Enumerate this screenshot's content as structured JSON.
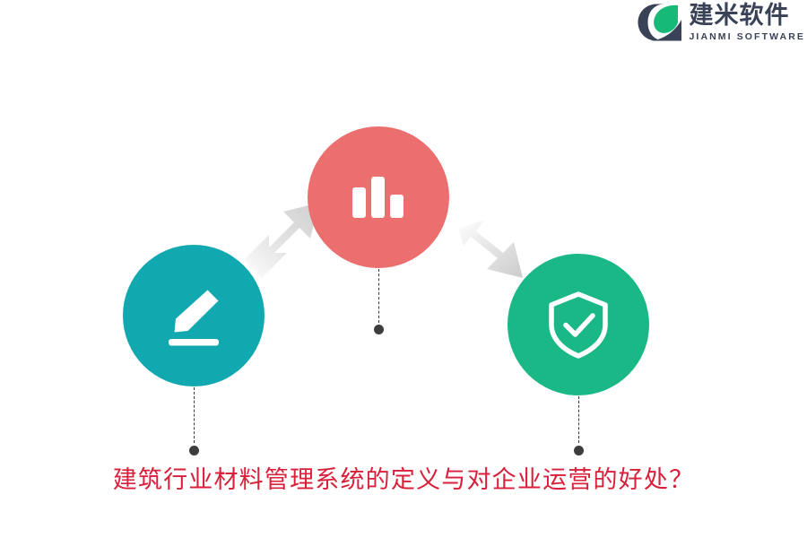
{
  "brand": {
    "name_cn": "建米软件",
    "name_en": "JIANMI SOFTWARE",
    "logo_icon": "jianmi-leaf-logo-icon",
    "logo_dark_color": "#3a4258",
    "logo_accent_color": "#17b978",
    "text_color": "#3a4258"
  },
  "headline": {
    "text": "建筑行业材料管理系统的定义与对企业运营的好处？",
    "color": "#d8203b"
  },
  "diagram": {
    "nodes": [
      {
        "id": "edit",
        "icon": "pencil-edit-icon",
        "color": "#11a8b0",
        "position": "left"
      },
      {
        "id": "analytics",
        "icon": "bar-chart-icon",
        "color": "#ec6f6f",
        "position": "center-top"
      },
      {
        "id": "shield",
        "icon": "shield-check-icon",
        "color": "#1bb887",
        "position": "right"
      }
    ],
    "arrows": [
      {
        "id": "arrow-up-right",
        "icon": "arrow-up-right-icon",
        "color": "#d9d9d9"
      },
      {
        "id": "arrow-down-right",
        "icon": "arrow-down-right-icon",
        "color": "#d9d9d9"
      }
    ],
    "connectors": [
      {
        "id": "connector-left",
        "style": "dashed",
        "color": "#3a3a3a"
      },
      {
        "id": "connector-middle",
        "style": "dashed",
        "color": "#3a3a3a"
      },
      {
        "id": "connector-right",
        "style": "dashed",
        "color": "#3a3a3a"
      }
    ],
    "dots": [
      {
        "id": "dot-left",
        "color": "#3d3d3d"
      },
      {
        "id": "dot-middle",
        "color": "#3d3d3d"
      },
      {
        "id": "dot-right",
        "color": "#3d3d3d"
      }
    ]
  }
}
